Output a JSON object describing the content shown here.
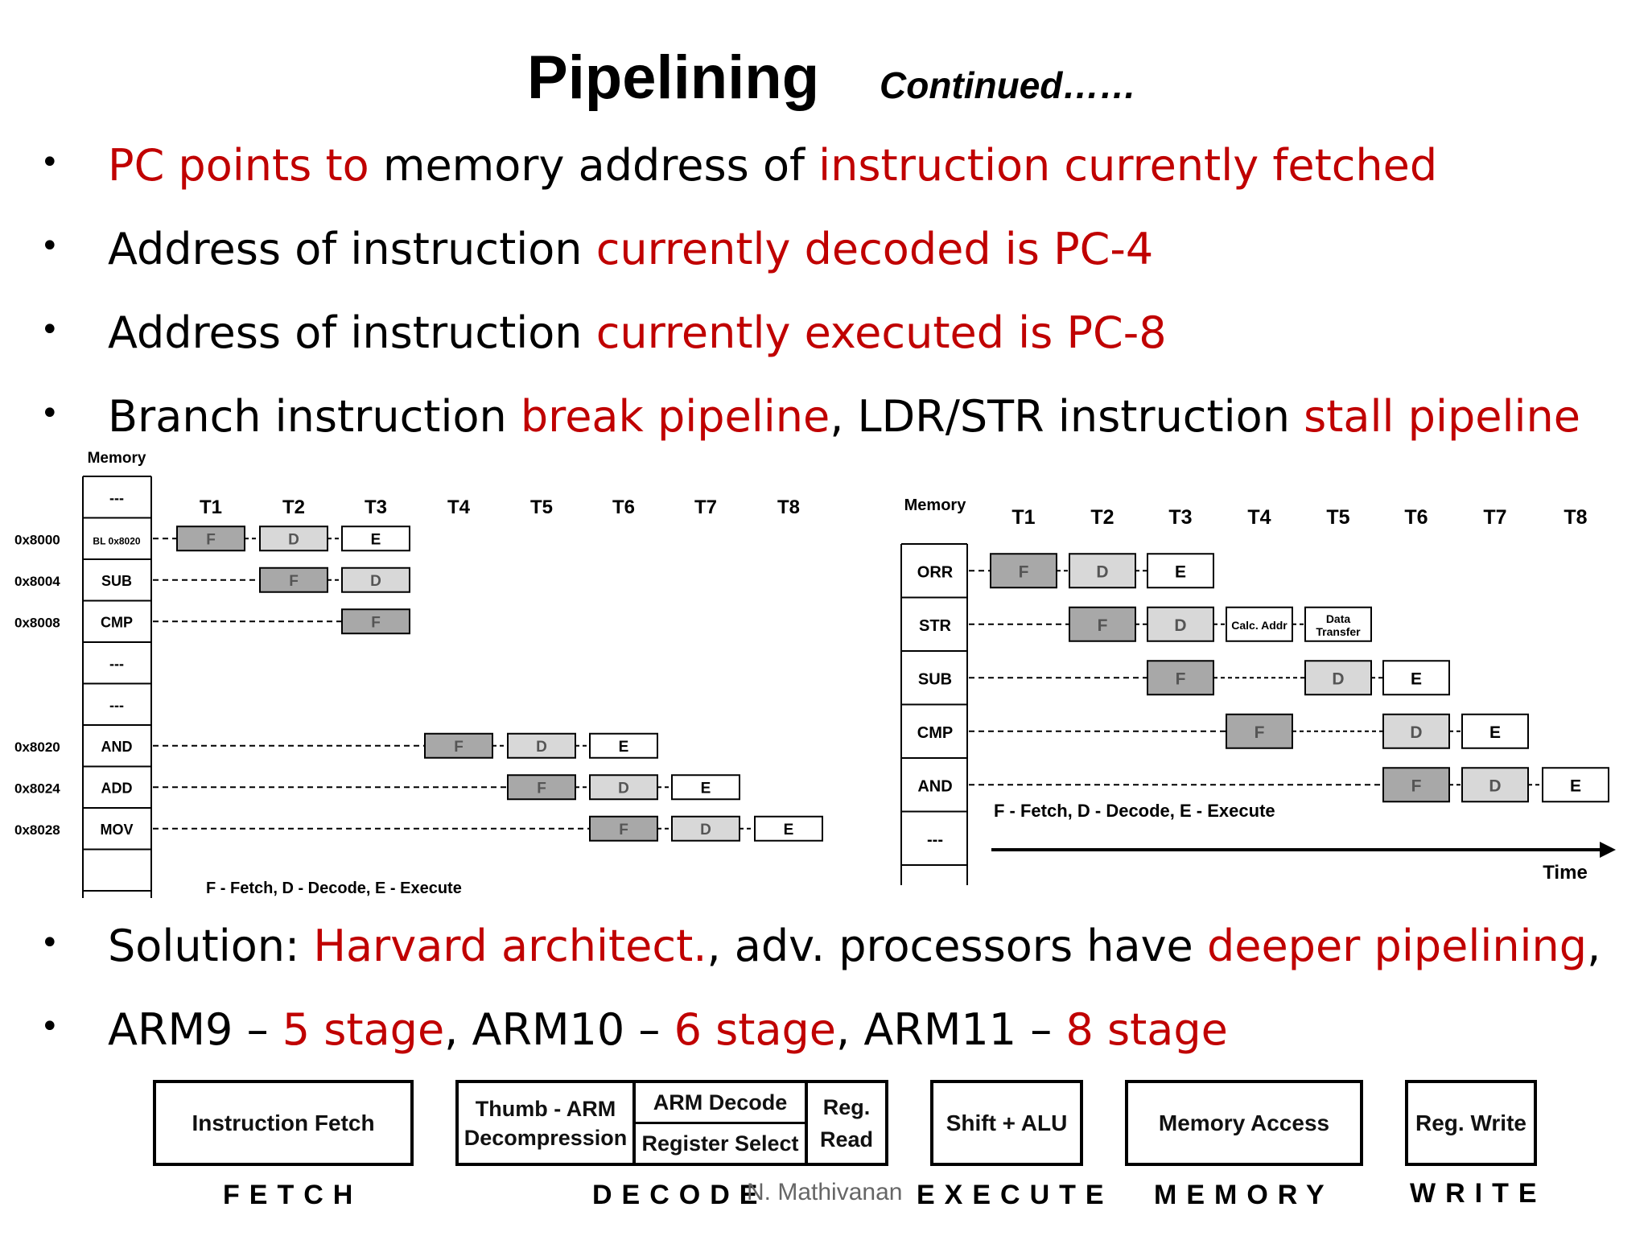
{
  "title": {
    "main": "Pipelining",
    "sub": "Continued……"
  },
  "bullets": [
    {
      "segments": [
        {
          "text": "PC points to",
          "red": true
        },
        {
          "text": " memory address of ",
          "red": false
        },
        {
          "text": "instruction currently fetched",
          "red": true
        }
      ]
    },
    {
      "segments": [
        {
          "text": "Address of instruction ",
          "red": false
        },
        {
          "text": "currently decoded is PC-4",
          "red": true
        }
      ]
    },
    {
      "segments": [
        {
          "text": "Address of instruction ",
          "red": false
        },
        {
          "text": "currently executed is PC-8",
          "red": true
        }
      ]
    },
    {
      "segments": [
        {
          "text": "Branch instruction ",
          "red": false
        },
        {
          "text": "break pipeline",
          "red": true
        },
        {
          "text": ", LDR/STR instruction ",
          "red": false
        },
        {
          "text": "stall pipeline",
          "red": true
        }
      ]
    },
    {
      "segments": [
        {
          "text": "Solution: ",
          "red": false
        },
        {
          "text": "Harvard architect.",
          "red": true
        },
        {
          "text": ", adv. processors have ",
          "red": false
        },
        {
          "text": "deeper pipelining",
          "red": true
        },
        {
          "text": ",",
          "red": false
        }
      ]
    },
    {
      "segments": [
        {
          "text": "ARM9 – ",
          "red": false
        },
        {
          "text": "5 stage",
          "red": true
        },
        {
          "text": ", ARM10 – ",
          "red": false
        },
        {
          "text": "6 stage",
          "red": true
        },
        {
          "text": ", ARM11 – ",
          "red": false
        },
        {
          "text": "8 stage",
          "red": true
        }
      ]
    }
  ],
  "diagram_left": {
    "memory_label": "Memory",
    "time_headers": [
      "T1",
      "T2",
      "T3",
      "T4",
      "T5",
      "T6",
      "T7",
      "T8"
    ],
    "rows": [
      {
        "address": "",
        "instruction": "---"
      },
      {
        "address": "0x8000",
        "instruction": "BL 0x8020"
      },
      {
        "address": "0x8004",
        "instruction": "SUB"
      },
      {
        "address": "0x8008",
        "instruction": "CMP"
      },
      {
        "address": "",
        "instruction": "---"
      },
      {
        "address": "",
        "instruction": "---"
      },
      {
        "address": "0x8020",
        "instruction": "AND"
      },
      {
        "address": "0x8024",
        "instruction": "ADD"
      },
      {
        "address": "0x8028",
        "instruction": "MOV"
      }
    ],
    "stage_rows": [
      {
        "row": 1,
        "stages": [
          {
            "slot": 1,
            "label": "F"
          },
          {
            "slot": 2,
            "label": "D"
          },
          {
            "slot": 3,
            "label": "E"
          }
        ]
      },
      {
        "row": 2,
        "stages": [
          {
            "slot": 2,
            "label": "F"
          },
          {
            "slot": 3,
            "label": "D"
          }
        ]
      },
      {
        "row": 3,
        "stages": [
          {
            "slot": 3,
            "label": "F"
          }
        ]
      },
      {
        "row": 6,
        "stages": [
          {
            "slot": 4,
            "label": "F"
          },
          {
            "slot": 5,
            "label": "D"
          },
          {
            "slot": 6,
            "label": "E"
          }
        ]
      },
      {
        "row": 7,
        "stages": [
          {
            "slot": 5,
            "label": "F"
          },
          {
            "slot": 6,
            "label": "D"
          },
          {
            "slot": 7,
            "label": "E"
          }
        ]
      },
      {
        "row": 8,
        "stages": [
          {
            "slot": 6,
            "label": "F"
          },
          {
            "slot": 7,
            "label": "D"
          },
          {
            "slot": 8,
            "label": "E"
          }
        ]
      }
    ],
    "legend": "F - Fetch, D - Decode, E - Execute"
  },
  "diagram_right": {
    "memory_label": "Memory",
    "time_headers": [
      "T1",
      "T2",
      "T3",
      "T4",
      "T5",
      "T6",
      "T7",
      "T8"
    ],
    "rows": [
      {
        "instruction": "ORR"
      },
      {
        "instruction": "STR"
      },
      {
        "instruction": "SUB"
      },
      {
        "instruction": "CMP"
      },
      {
        "instruction": "AND"
      },
      {
        "instruction": "---"
      }
    ],
    "stage_rows": [
      {
        "row": 0,
        "stages": [
          {
            "slot": 1,
            "label": "F"
          },
          {
            "slot": 2,
            "label": "D"
          },
          {
            "slot": 3,
            "label": "E"
          }
        ]
      },
      {
        "row": 1,
        "stages": [
          {
            "slot": 2,
            "label": "F"
          },
          {
            "slot": 3,
            "label": "D"
          },
          {
            "slot": 4,
            "label": "Calc. Addr"
          },
          {
            "slot": 5,
            "label": "Data Transfer"
          }
        ]
      },
      {
        "row": 2,
        "stages": [
          {
            "slot": 3,
            "label": "F"
          },
          {
            "slot": 5,
            "label": "D"
          },
          {
            "slot": 6,
            "label": "E"
          }
        ]
      },
      {
        "row": 3,
        "stages": [
          {
            "slot": 4,
            "label": "F"
          },
          {
            "slot": 6,
            "label": "D"
          },
          {
            "slot": 7,
            "label": "E"
          }
        ]
      },
      {
        "row": 4,
        "stages": [
          {
            "slot": 6,
            "label": "F"
          },
          {
            "slot": 7,
            "label": "D"
          },
          {
            "slot": 8,
            "label": "E"
          }
        ]
      }
    ],
    "legend": "F - Fetch, D - Decode, E - Execute",
    "time_label": "Time"
  },
  "stages": {
    "fetch_box": "Instruction Fetch",
    "decode_left": "Thumb - ARM Decompression",
    "decode_mid_top": "ARM Decode",
    "decode_mid_bottom": "Register Select",
    "decode_right": "Reg. Read",
    "execute_box": "Shift + ALU",
    "memory_box": "Memory Access",
    "write_box": "Reg. Write",
    "labels": {
      "fetch": "FETCH",
      "decode": "DECODE",
      "execute": "EXECUTE",
      "memory": "MEMORY",
      "write": "WRITE"
    }
  },
  "author": "N. Mathivanan",
  "colors": {
    "accent_red": "#c00000",
    "fetch_fill": "#a8a8a8",
    "decode_fill": "#d8d8d8"
  }
}
